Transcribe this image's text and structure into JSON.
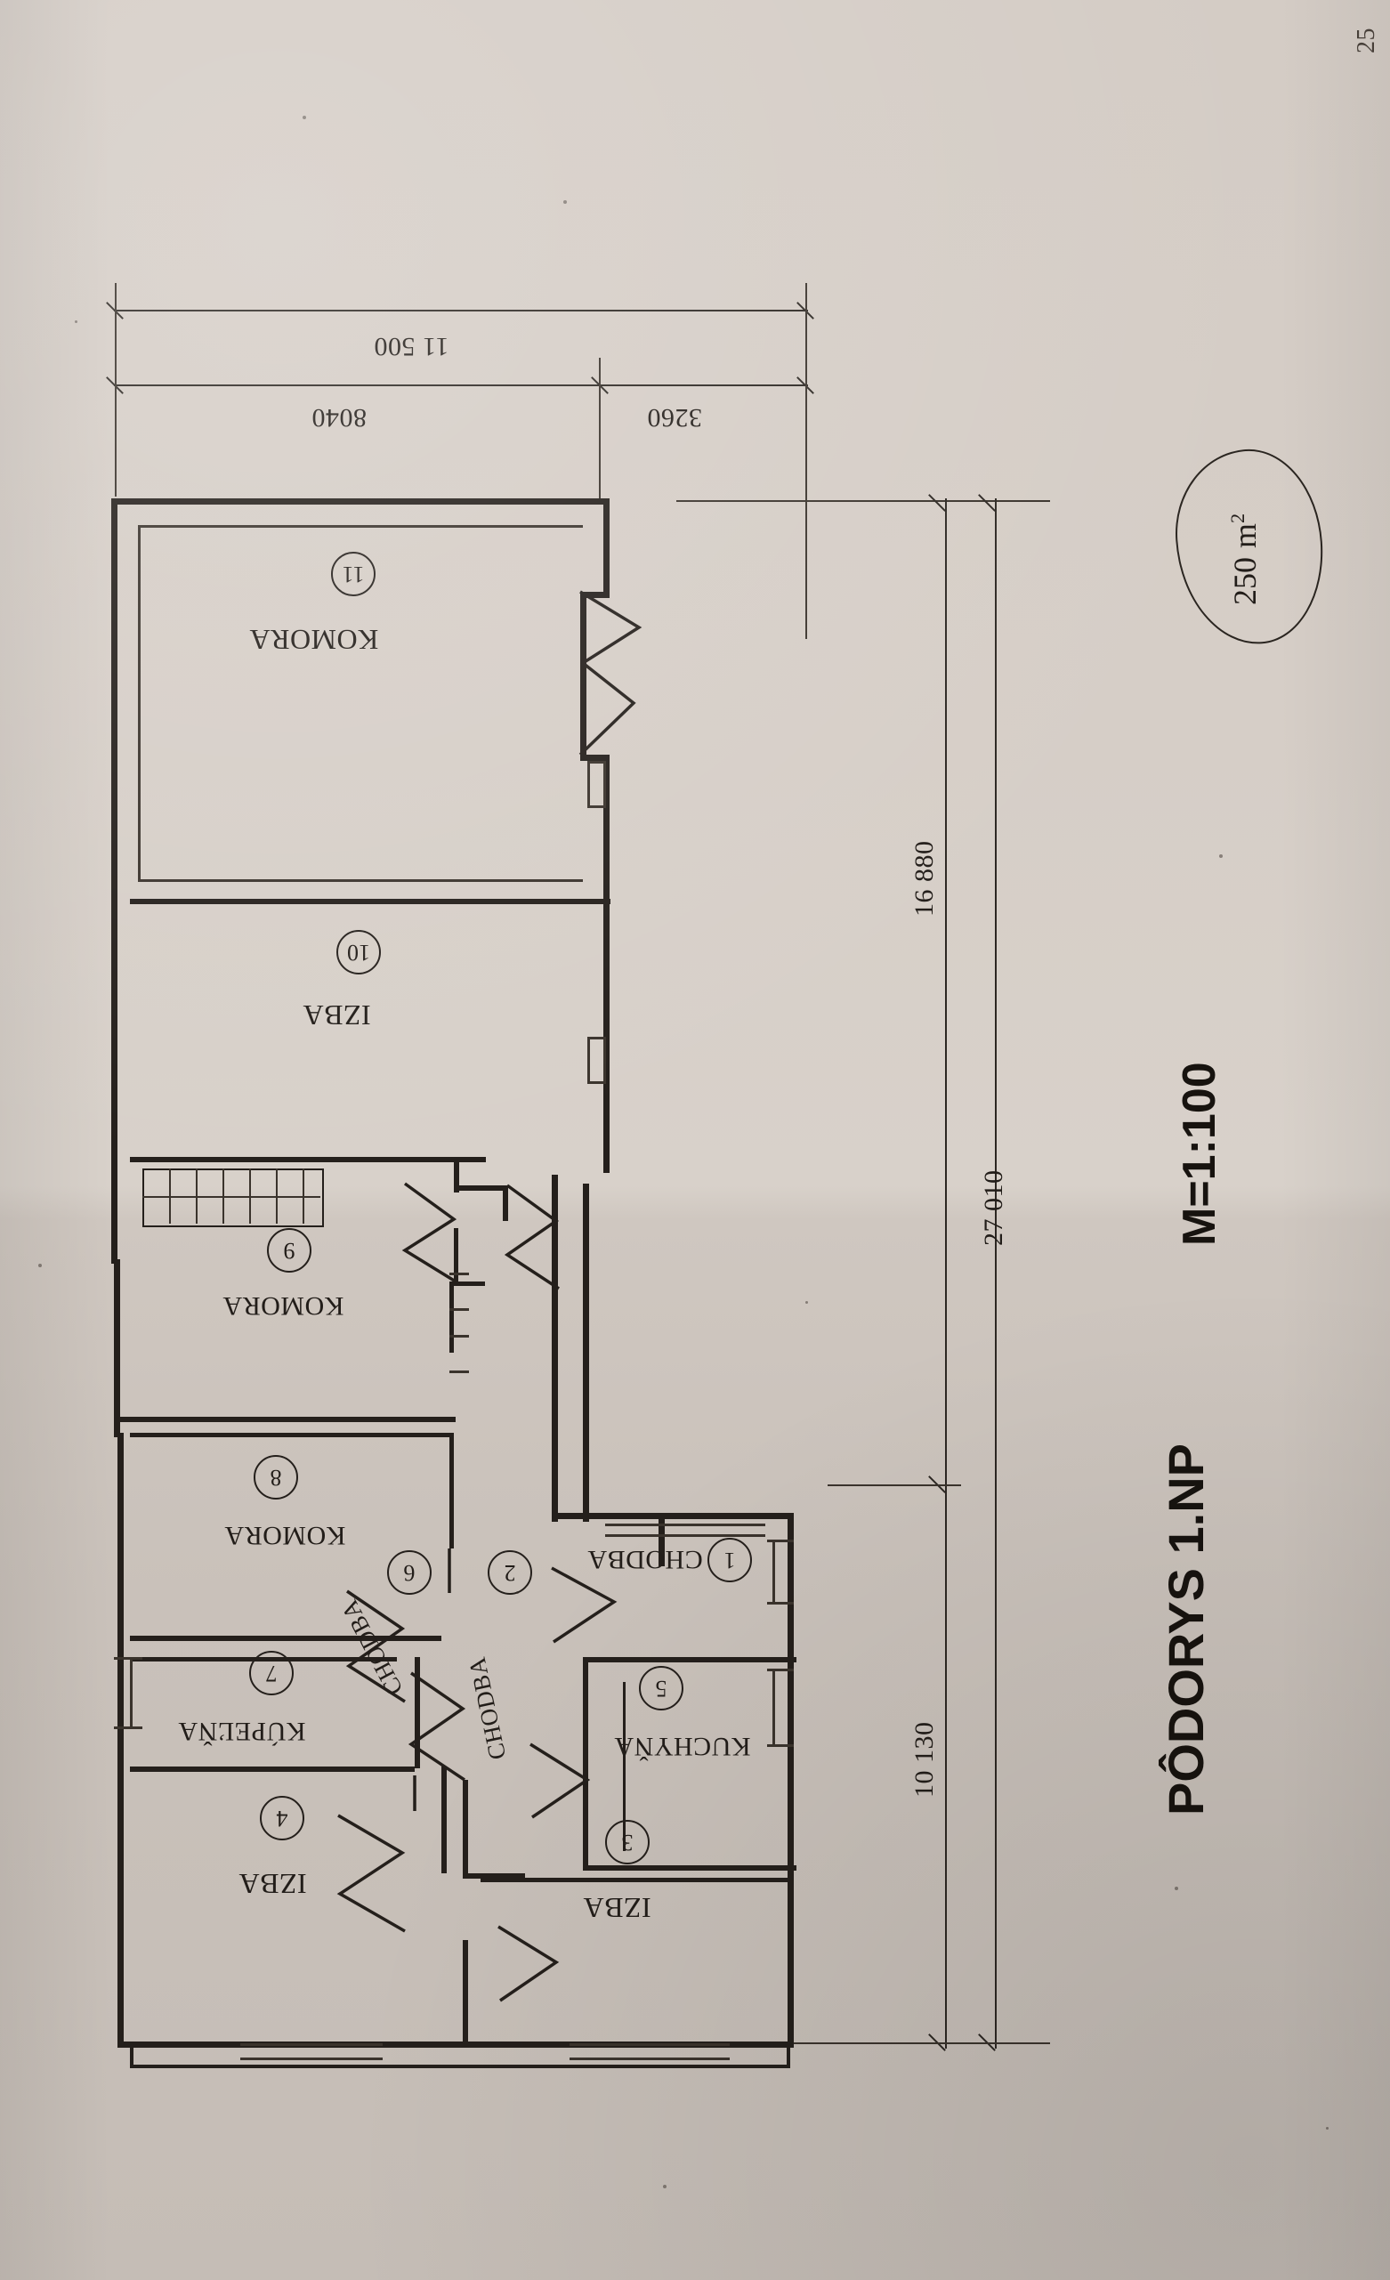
{
  "document": {
    "kind": "hand-drawn-floor-plan",
    "title": "PÔDORYS 1.NP",
    "scale": "M=1:100",
    "paper_color": "#d4ccc5",
    "ink_color": "#241f1b"
  },
  "area_note": {
    "value": "250",
    "unit": "m",
    "exponent": "2",
    "full": "250 m2"
  },
  "dimensions": {
    "top": [
      {
        "label": "11 500",
        "kind": "overall-width"
      },
      {
        "label": "8040",
        "kind": "segment"
      },
      {
        "label": "3260",
        "kind": "segment"
      }
    ],
    "right": [
      {
        "label": "16 880",
        "kind": "segment"
      },
      {
        "label": "27 010",
        "kind": "overall-length"
      },
      {
        "label": "10 130",
        "kind": "segment"
      }
    ]
  },
  "rooms": [
    {
      "number": "1",
      "name": "CHODBA"
    },
    {
      "number": "2",
      "name": "CHODBA"
    },
    {
      "number": "3",
      "name": "IZBA"
    },
    {
      "number": "4",
      "name": "IZBA"
    },
    {
      "number": "5",
      "name": "KUCHYŇA"
    },
    {
      "number": "6",
      "name": "CHODBA"
    },
    {
      "number": "7",
      "name": "KÚPEĽŇA"
    },
    {
      "number": "8",
      "name": "KOMORA"
    },
    {
      "number": "9",
      "name": "KOMORA"
    },
    {
      "number": "10",
      "name": "IZBA"
    },
    {
      "number": "11",
      "name": "KOMORA"
    }
  ],
  "margin_mark": {
    "label": "25"
  }
}
